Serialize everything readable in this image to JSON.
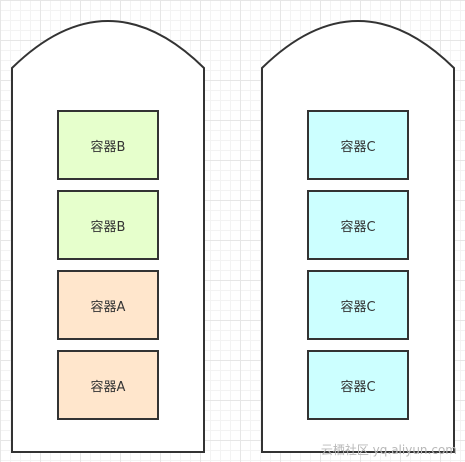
{
  "colors": {
    "container_b": "#e6ffcc",
    "container_a": "#ffe6cc",
    "container_c": "#ccffff"
  },
  "hosts": [
    {
      "containers": [
        {
          "label": "容器B",
          "color": "#e6ffcc"
        },
        {
          "label": "容器B",
          "color": "#e6ffcc"
        },
        {
          "label": "容器A",
          "color": "#ffe6cc"
        },
        {
          "label": "容器A",
          "color": "#ffe6cc"
        }
      ]
    },
    {
      "containers": [
        {
          "label": "容器C",
          "color": "#ccffff"
        },
        {
          "label": "容器C",
          "color": "#ccffff"
        },
        {
          "label": "容器C",
          "color": "#ccffff"
        },
        {
          "label": "容器C",
          "color": "#ccffff"
        }
      ]
    }
  ],
  "watermark": "云栖社区 yq.aliyun.com"
}
